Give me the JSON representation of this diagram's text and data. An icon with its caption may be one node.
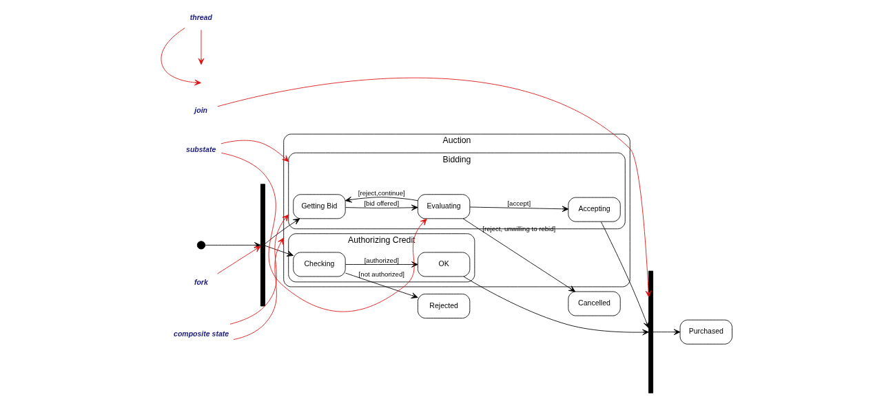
{
  "diagram": {
    "nodes": [
      {
        "text": [
          "Auction"
        ]
      },
      {
        "text": [
          "Bidding"
        ],
        "in": 0
      },
      {
        "text": [
          "Getting Bid"
        ],
        "in": 1
      },
      {
        "text": [
          "Evaluating"
        ],
        "in": 1
      },
      {
        "text": [
          "Accepting"
        ],
        "in": 1
      },
      {
        "text": [
          "Authorizing Credit"
        ],
        "in": 0
      },
      {
        "text": [
          "Checking"
        ],
        "in": 5
      },
      {
        "text": [
          "OK"
        ],
        "in": 5
      },
      {
        "text": [],
        "shape": "circle"
      },
      {
        "text": [],
        "shape": "bar"
      },
      {
        "text": [],
        "shape": "bar"
      },
      {
        "text": [
          "Cancelled"
        ]
      },
      {
        "text": [
          "Purchased"
        ]
      },
      {
        "text": [
          "Rejected"
        ]
      },
      {
        "text": [
          "composite state"
        ]
      },
      {
        "text": [
          "substate"
        ]
      },
      {
        "text": [
          "thread"
        ]
      },
      {
        "text": [
          "fork"
        ]
      },
      {
        "text": [
          "join"
        ]
      }
    ],
    "edges": [
      {
        "from": 8,
        "to": 9,
        "arrow": "to"
      },
      {
        "from": 9,
        "to": 2,
        "arrow": "to"
      },
      {
        "from": 9,
        "to": 6,
        "arrow": "to"
      },
      {
        "from": 3,
        "to": 2,
        "arrow": "to",
        "label": "[reject,continue]"
      },
      {
        "from": 2,
        "to": 3,
        "arrow": "to",
        "label": "[bid offered]"
      },
      {
        "from": 3,
        "to": 4,
        "arrow": "to",
        "label": "[accept]"
      },
      {
        "from": 3,
        "to": 11,
        "arrow": "to",
        "label": "[reject, unwilling to rebid]"
      },
      {
        "from": 4,
        "to": 10,
        "arrow": "to"
      },
      {
        "from": 6,
        "to": 7,
        "arrow": "to",
        "label": "[authorized]"
      },
      {
        "from": 7,
        "to": 10,
        "arrow": "to"
      },
      {
        "from": 10,
        "to": 12,
        "arrow": "to"
      },
      {
        "from": 6,
        "to": 13,
        "arrow": "to",
        "label": "[not authorized]"
      },
      {
        "from": 14,
        "to": 0,
        "arrow": "to",
        "color": "#dd1111"
      },
      {
        "from": 14,
        "to": 1,
        "arrow": "to",
        "color": "#dd1111"
      },
      {
        "from": 15,
        "to": 1,
        "arrow": "to",
        "color": "#dd1111"
      },
      {
        "from": 15,
        "to": 3,
        "arrow": "to",
        "color": "#dd1111"
      },
      {
        "from": 16,
        "to": null,
        "arrow": "to",
        "color": "#dd1111"
      },
      {
        "from": 16,
        "to": null,
        "arrow": "to",
        "color": "#dd1111"
      },
      {
        "from": 17,
        "to": 9,
        "arrow": "to",
        "color": "#dd1111"
      },
      {
        "from": 18,
        "to": 10,
        "arrow": "to",
        "color": "#dd1111"
      }
    ]
  }
}
